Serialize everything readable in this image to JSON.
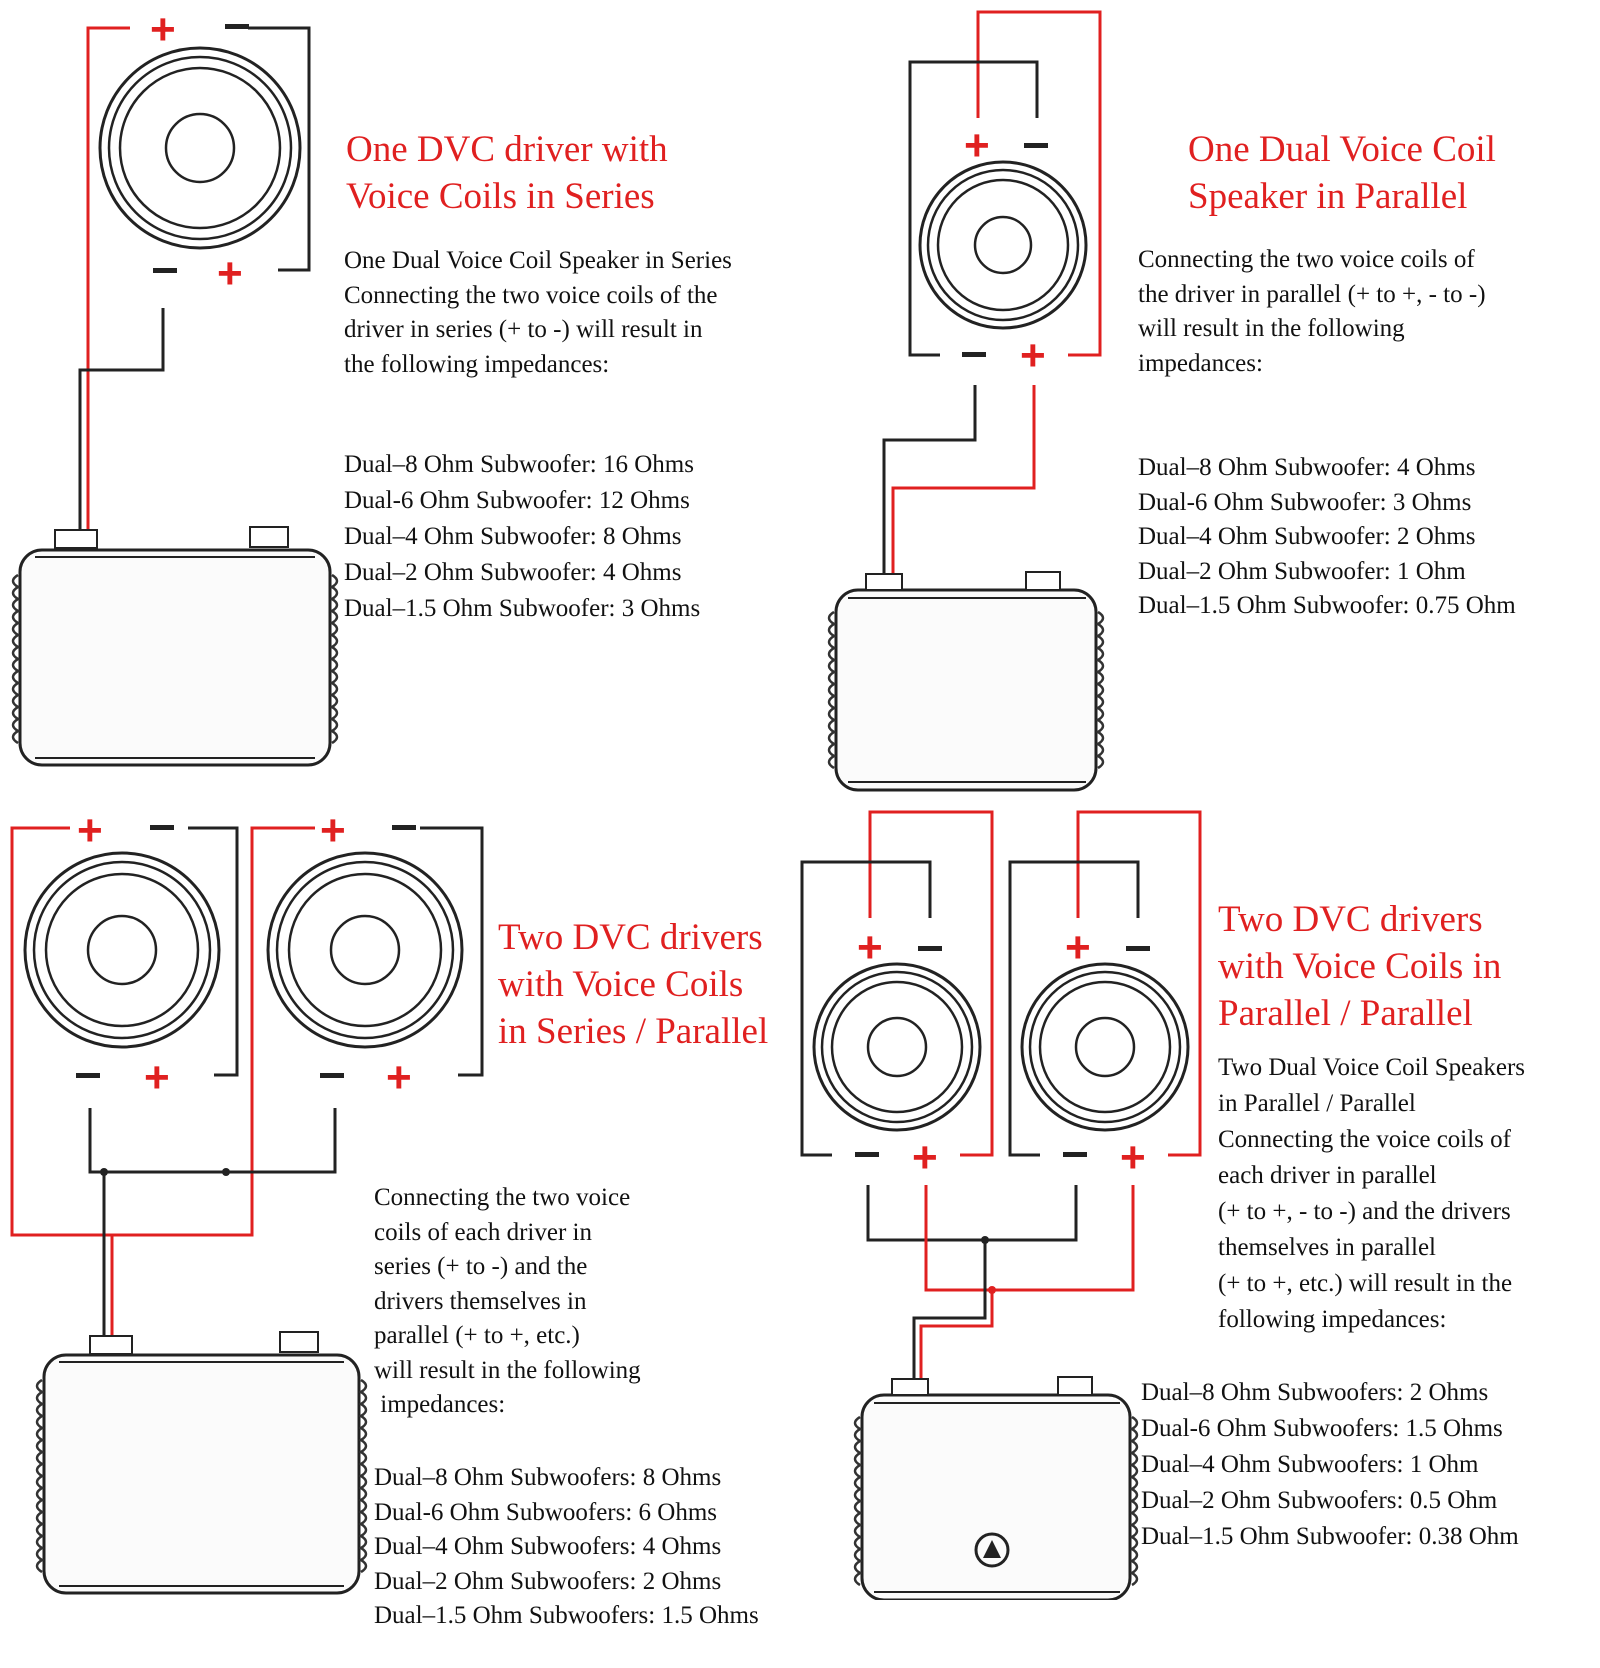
{
  "colors": {
    "accent_red": "#e02020",
    "wire_black": "#222222",
    "text": "#111111"
  },
  "polarity": {
    "plus": "+",
    "minus": "−"
  },
  "panels": [
    {
      "id": "one-dvc-series",
      "title_lines": [
        "One DVC driver with",
        "Voice Coils in Series"
      ],
      "description_lines": [
        "One Dual Voice Coil Speaker in Series",
        "Connecting the two voice coils of the",
        "driver in series (+ to -) will result in",
        "the following impedances:"
      ],
      "impedances": [
        "Dual–8 Ohm Subwoofer: 16 Ohms",
        "Dual-6 Ohm Subwoofer: 12 Ohms",
        "Dual–4 Ohm Subwoofer: 8 Ohms",
        "Dual–2 Ohm Subwoofer: 4 Ohms",
        "Dual–1.5 Ohm Subwoofer: 3 Ohms"
      ]
    },
    {
      "id": "one-dvc-parallel",
      "title_lines": [
        "One Dual Voice Coil",
        "Speaker in Parallel"
      ],
      "description_lines": [
        "Connecting the two voice coils of",
        "the driver in parallel (+ to +, - to -)",
        "will result in the following",
        "impedances:"
      ],
      "impedances": [
        "Dual–8 Ohm Subwoofer: 4 Ohms",
        "Dual-6 Ohm Subwoofer: 3 Ohms",
        "Dual–4 Ohm Subwoofer: 2 Ohms",
        "Dual–2 Ohm Subwoofer: 1 Ohm",
        "Dual–1.5 Ohm Subwoofer: 0.75 Ohm"
      ]
    },
    {
      "id": "two-dvc-series-parallel",
      "title_lines": [
        "Two DVC drivers",
        "with Voice Coils",
        "in Series / Parallel"
      ],
      "description_lines": [
        "Connecting the two voice",
        "coils of each driver in",
        "series (+ to -) and the",
        "drivers themselves in",
        "parallel (+ to +, etc.)",
        "will result in the following",
        " impedances:"
      ],
      "impedances": [
        "Dual–8 Ohm Subwoofers: 8 Ohms",
        "Dual-6 Ohm Subwoofers: 6 Ohms",
        "Dual–4 Ohm Subwoofers: 4 Ohms",
        "Dual–2 Ohm Subwoofers: 2 Ohms",
        "Dual–1.5 Ohm Subwoofers: 1.5 Ohms"
      ]
    },
    {
      "id": "two-dvc-parallel-parallel",
      "title_lines": [
        "Two DVC drivers",
        "with Voice Coils in",
        "Parallel / Parallel"
      ],
      "description_lines": [
        "Two Dual Voice Coil Speakers",
        "in Parallel / Parallel",
        "Connecting the voice coils of",
        "each driver in parallel",
        "(+ to +, - to -) and the drivers",
        "themselves in parallel",
        "(+ to +, etc.) will result in the",
        "following impedances:"
      ],
      "impedances": [
        "Dual–8 Ohm Subwoofers: 2 Ohms",
        "Dual-6 Ohm Subwoofers: 1.5 Ohms",
        "Dual–4 Ohm Subwoofers: 1 Ohm",
        "Dual–2 Ohm Subwoofers: 0.5 Ohm",
        "Dual–1.5 Ohm Subwoofer: 0.38 Ohm"
      ]
    }
  ]
}
